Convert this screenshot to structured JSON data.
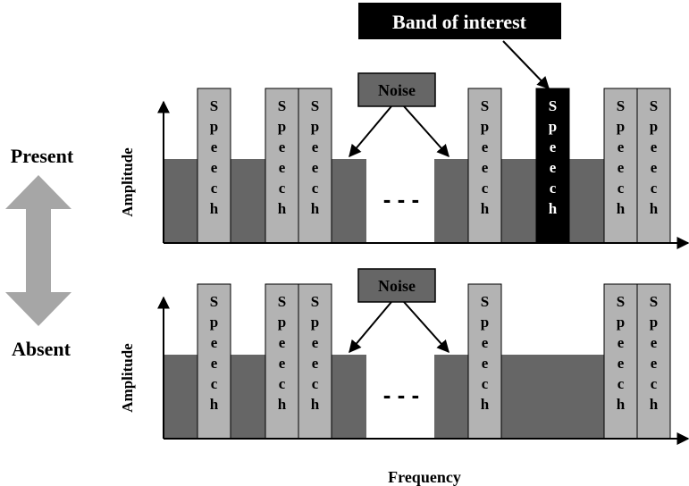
{
  "side_labels": {
    "top": "Present",
    "bottom": "Absent"
  },
  "band_of_interest": {
    "label": "Band of interest"
  },
  "noise_label": "Noise",
  "speech_letters": [
    "S",
    "p",
    "e",
    "e",
    "c",
    "h"
  ],
  "axis": {
    "ylabel": "Amplitude",
    "xlabel": "Frequency"
  },
  "gap_marker": "- - -",
  "colors": {
    "noise_fill": "#666666",
    "speech_fill": "#b3b3b3",
    "interest_fill": "#000000",
    "arrow_gray": "#a6a6a6",
    "text": "#000000"
  }
}
